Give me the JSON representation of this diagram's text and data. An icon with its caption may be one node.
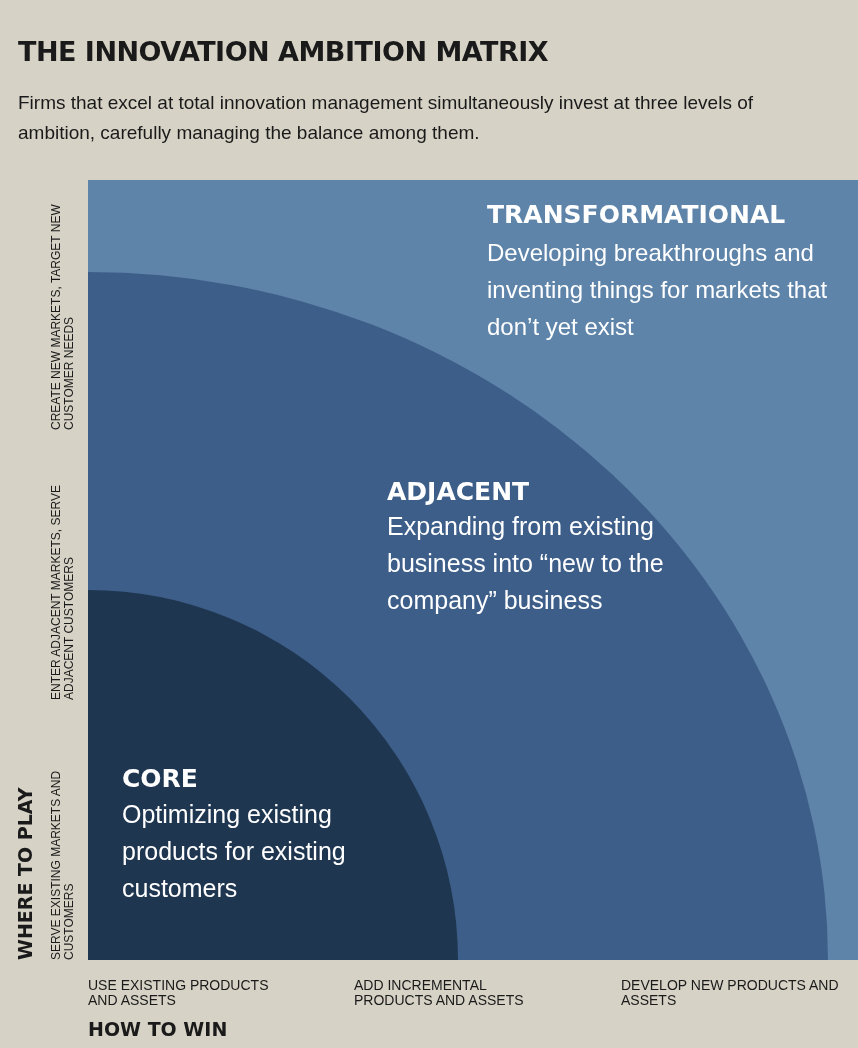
{
  "diagram": {
    "title": "THE INNOVATION AMBITION MATRIX",
    "caption": "Firms that excel at total innovation management simultaneously invest at three levels of ambition, carefully managing the balance among them.",
    "nodes": [
      {
        "text": [
          "TRANSFORMATIONAL",
          "Developing breakthroughs and inventing things for markets that don’t yet exist"
        ]
      },
      {
        "text": [
          "ADJACENT",
          "Expanding from existing business into “new to the company” business"
        ],
        "in": 0
      },
      {
        "text": [
          "CORE",
          "Optimizing existing products for existing customers"
        ],
        "in": 1
      }
    ],
    "labels": [
      "WHERE TO PLAY",
      "SERVE EXISTING MARKETS AND CUSTOMERS",
      "ENTER ADJACENT MARKETS, SERVE ADJACENT CUSTOMERS",
      "CREATE NEW MARKETS, TARGET NEW CUSTOMER NEEDS",
      "USE EXISTING PRODUCTS AND ASSETS",
      "ADD INCREMENTAL PRODUCTS AND ASSETS",
      "DEVELOP NEW PRODUCTS AND ASSETS",
      "HOW TO WIN"
    ]
  }
}
